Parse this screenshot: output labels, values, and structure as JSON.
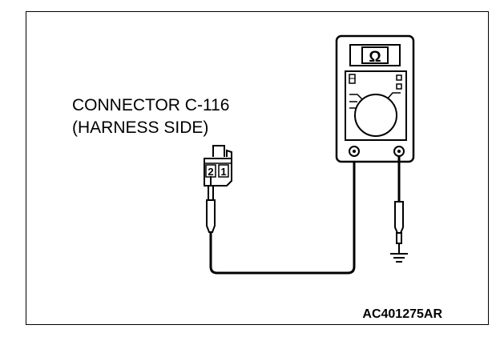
{
  "connector": {
    "title_line1": "CONNECTOR C-116",
    "title_line2": "(HARNESS SIDE)",
    "pin_left": "2",
    "pin_right": "1"
  },
  "meter": {
    "symbol": "Ω",
    "icon": "ohmmeter-icon"
  },
  "ground_icon": "ground-symbol-icon",
  "figure_code": "AC401275AR",
  "colors": {
    "stroke": "#000000",
    "background": "#ffffff"
  }
}
